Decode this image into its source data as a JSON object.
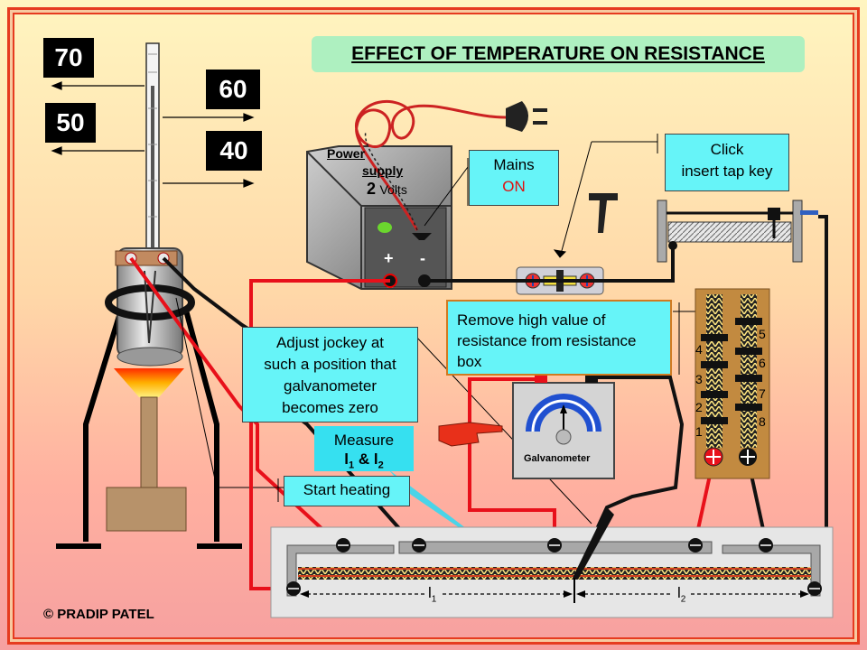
{
  "title": "EFFECT OF TEMPERATURE ON RESISTANCE",
  "temperatures": {
    "t70": "70",
    "t60": "60",
    "t50": "50",
    "t40": "40"
  },
  "power_supply": {
    "line1": "Power",
    "line2": "supply",
    "volts_number": "2",
    "volts_unit": "Volts",
    "plus": "+",
    "minus": "-"
  },
  "mains": {
    "line1": "Mains",
    "status": "ON",
    "status_color": "#e01010"
  },
  "click_box": {
    "line1": "Click",
    "line2": "insert tap key"
  },
  "remove_box": {
    "text": "Remove high value of resistance from resistance box"
  },
  "adjust_box": {
    "line1": "Adjust jockey  at",
    "line2": "such a position that",
    "line3": "galvanometer",
    "line4": "becomes zero"
  },
  "measure_box": {
    "line1": "Measure",
    "l1": "l",
    "l1_sub": "1",
    "amp": " & ",
    "l2": "l",
    "l2_sub": "2"
  },
  "start_box": {
    "text": "Start heating"
  },
  "galvanometer": {
    "label": "Galvanometer"
  },
  "resistance_box": {
    "numbers": [
      "1",
      "2",
      "3",
      "4",
      "5",
      "6",
      "7",
      "8"
    ]
  },
  "bridge": {
    "l1_label": "l",
    "l1_sub": "1",
    "l2_label": "l",
    "l2_sub": "2"
  },
  "copyright": "© PRADIP PATEL",
  "colors": {
    "accent": "#e63b1f",
    "cyan": "#66f4f8",
    "title_bg": "#aef0c0",
    "wire_red": "#e8101a",
    "wire_black": "#111111"
  }
}
